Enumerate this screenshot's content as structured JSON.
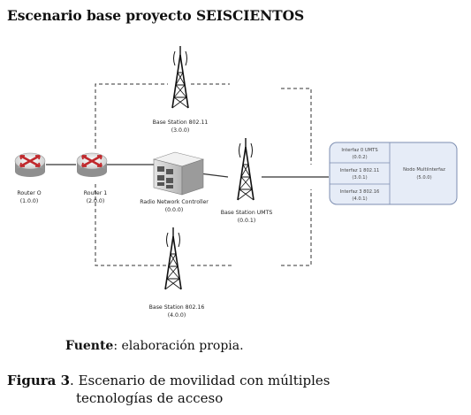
{
  "title": "Escenario base proyecto SEISCIENTOS",
  "nodes": {
    "router0": {
      "name": "Router O",
      "addr": "(1.0.0)"
    },
    "router1": {
      "name": "Router 1",
      "addr": "(2.0.0)"
    },
    "rnc": {
      "name": "Radio Network Controller",
      "addr": "(0.0.0)"
    },
    "bs_80211": {
      "name": "Base Station 802.11",
      "addr": "(3.0.0)"
    },
    "bs_umts": {
      "name": "Base Station UMTS",
      "addr": "(0.0.1)"
    },
    "bs_80216": {
      "name": "Base Station 802.16",
      "addr": "(4.0.0)"
    }
  },
  "multi_node": {
    "interfaces": [
      {
        "name": "Interfaz 0 UMTS",
        "addr": "(0.0.2)"
      },
      {
        "name": "Interfaz 1 802.11",
        "addr": "(3.0.1)"
      },
      {
        "name": "Interfaz 3 802.16",
        "addr": "(4.0.1)"
      }
    ],
    "node_name": "Nodo Multiinterfaz",
    "node_addr": "(5.0.0)"
  },
  "source": {
    "label": "Fuente",
    "text": ": elaboración propia."
  },
  "caption": {
    "label": "Figura 3",
    "line1": ". Escenario de movilidad con múltiples",
    "line2": "tecnologías de acceso"
  },
  "colors": {
    "router_red": "#c0282c",
    "multi_bg": "#e6ecf7",
    "multi_border": "#7c8db0"
  }
}
